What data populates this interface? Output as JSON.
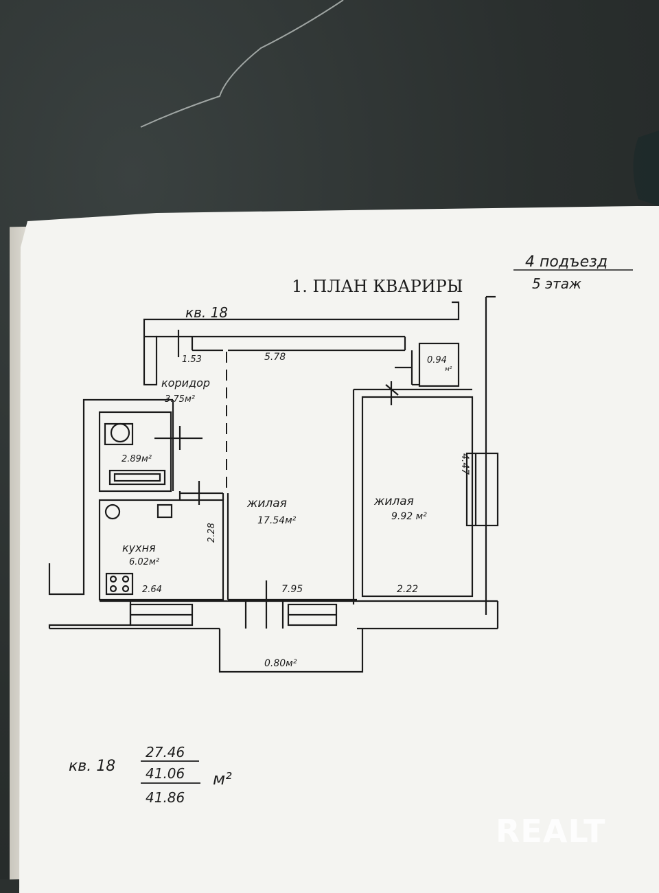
{
  "title": "1. ПЛАН КВАРИРЫ",
  "entrance": "4 подъезд",
  "floor": "5 этаж",
  "apartment": "кв. 18",
  "rooms": {
    "corridor": {
      "name": "коридор",
      "area": "3.75м²",
      "dim_top_left": "1.53"
    },
    "living_room": {
      "name": "жилая",
      "area": "17.54м²",
      "dim_top": "5.78",
      "dim_bottom": "7.95"
    },
    "bedroom": {
      "name": "жилая",
      "area": "9.92 м²",
      "dim_side": "4.47",
      "dim_bottom": "2.22"
    },
    "bathroom": {
      "area": "2.89м²"
    },
    "kitchen": {
      "name": "кухня",
      "area": "6.02м²",
      "dim_side": "2.28",
      "dim_bottom": "2.64"
    },
    "storage": {
      "area": "0.94",
      "unit": "м²"
    },
    "balcony": {
      "area": "0.80м²"
    }
  },
  "summary": {
    "label": "кв. 18",
    "living_area": "27.46",
    "total_area": "41.06",
    "total_with_balcony": "41.86",
    "unit": "м²"
  },
  "watermark": "REALT"
}
